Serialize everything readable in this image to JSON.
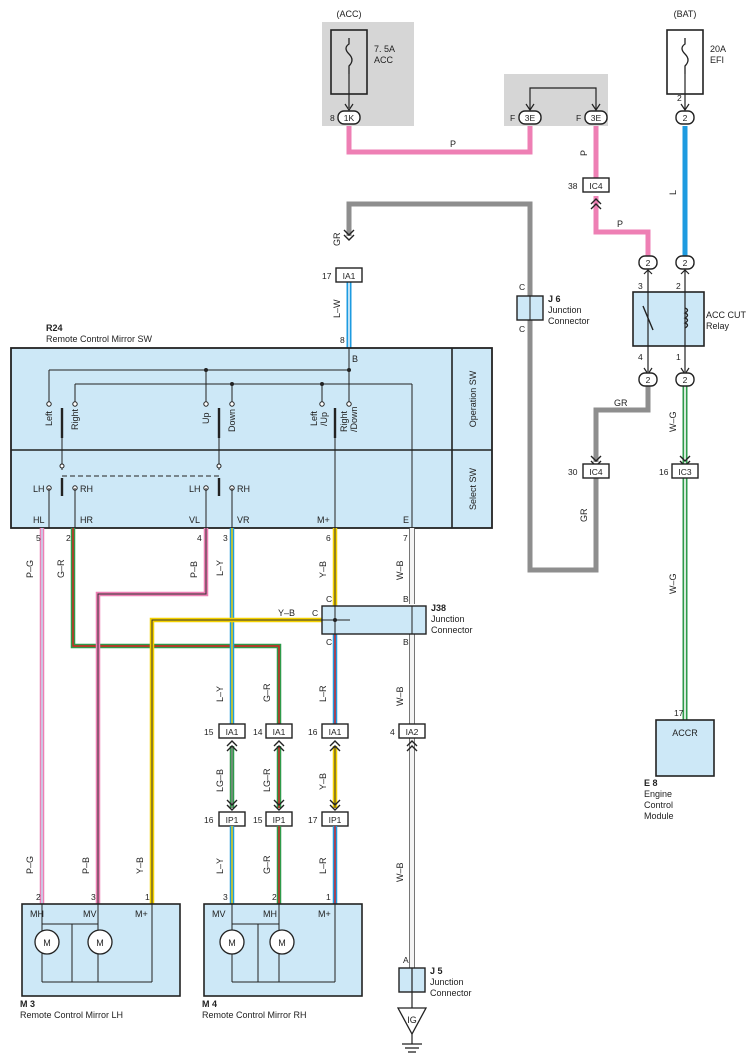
{
  "colors": {
    "pink": "#ee7fb4",
    "blue": "#1e9be0",
    "gray": "#8e8e8e",
    "yellow": "#f4d100",
    "green": "#2e9a4a",
    "red": "#d82020",
    "box_fill": "#cde8f7",
    "shade": "#d6d6d6"
  },
  "fuses": {
    "acc_source": "(ACC)",
    "acc_rating": "7. 5A",
    "acc_name": "ACC",
    "bat_source": "(BAT)",
    "bat_rating": "20A",
    "bat_name": "EFI"
  },
  "connectors": {
    "c1K": "1K",
    "c3E_a": "3E",
    "c3E_b": "3E",
    "c2_efi": "2",
    "IC4_a": "IC4",
    "IC4_b": "IC4",
    "IC3": "IC3",
    "IA1_top": "IA1",
    "IA1_a": "IA1",
    "IA1_b": "IA1",
    "IA1_c": "IA1",
    "IA2": "IA2",
    "IP1_a": "IP1",
    "IP1_b": "IP1",
    "IP1_c": "IP1",
    "relay_3": "2",
    "relay_2": "2",
    "relay_4": "2",
    "relay_1": "2"
  },
  "pins": {
    "p8_1K": "8",
    "pF_a": "F",
    "pF_b": "F",
    "p2_efi": "2",
    "p38": "38",
    "p17_IA1": "17",
    "p8_sw": "8",
    "p3_relay": "3",
    "p2_relay": "2",
    "p4_relay": "4",
    "p1_relay": "1",
    "p30": "30",
    "p16_IC3": "16",
    "p5": "5",
    "p2_hr": "2",
    "p4_vl": "4",
    "p3_vr": "3",
    "p6": "6",
    "p7": "7",
    "p15_a": "15",
    "p14": "14",
    "p16_a": "16",
    "p4_ia2": "4",
    "p16_b": "16",
    "p15_b": "15",
    "p17_b": "17",
    "p17_accr": "17",
    "m3_2": "2",
    "m3_3": "3",
    "m3_1": "1",
    "m4_3": "3",
    "m4_2": "2",
    "m4_1": "1",
    "j6_c_top": "C",
    "j6_c_bot": "C",
    "j38_c1": "C",
    "j38_c2": "C",
    "j38_c3": "C",
    "j38_b1": "B",
    "j38_b2": "B",
    "j5_a": "A"
  },
  "wires": {
    "P_top": "P",
    "P_3E": "P",
    "P_IC4": "P",
    "L": "L",
    "GR_top": "GR",
    "LW": "L–W",
    "GR_relay": "GR",
    "GR_low": "GR",
    "WG_a": "W–G",
    "WG_b": "W–G",
    "PG_a": "P–G",
    "GR_hr": "G–R",
    "PB_a": "P–B",
    "LY_a": "L–Y",
    "YB_a": "Y–B",
    "WB_a": "W–B",
    "YB_j38": "Y–B",
    "LY_b": "L–Y",
    "GR_b": "G–R",
    "LR_a": "L–R",
    "WB_b": "W–B",
    "LGB": "LG–B",
    "LGR": "LG–R",
    "YB_b": "Y–B",
    "WB_c": "W–B",
    "PG_b": "P–G",
    "PB_b": "P–B",
    "YB_c": "Y–B",
    "LY_c": "L–Y",
    "GR_c": "G–R",
    "LR_b": "L–R"
  },
  "components": {
    "r24_code": "R24",
    "r24_name": "Remote Control Mirror SW",
    "op_sw": "Operation SW",
    "sel_sw": "Select SW",
    "j6_code": "J 6",
    "j6_name1": "Junction",
    "j6_name2": "Connector",
    "j38_code": "J38",
    "j38_name1": "Junction",
    "j38_name2": "Connector",
    "j5_code": "J 5",
    "j5_name1": "Junction",
    "j5_name2": "Connector",
    "relay_name1": "ACC CUT",
    "relay_name2": "Relay",
    "e8_code": "E 8",
    "e8_name1": "Engine",
    "e8_name2": "Control",
    "e8_name3": "Module",
    "accr": "ACCR",
    "m3_code": "M 3",
    "m3_name": "Remote Control Mirror LH",
    "m4_code": "M 4",
    "m4_name": "Remote Control Mirror RH",
    "ig": "IG"
  },
  "switch_labels": {
    "b": "B",
    "left": "Left",
    "right": "Right",
    "up": "Up",
    "down": "Down",
    "left_up1": "Left",
    "left_up2": "/Up",
    "right_down1": "Right",
    "right_down2": "/Down",
    "lh1": "LH",
    "rh1": "RH",
    "lh2": "LH",
    "rh2": "RH",
    "hl": "HL",
    "hr": "HR",
    "vl": "VL",
    "vr": "VR",
    "mplus": "M+",
    "e": "E"
  },
  "motor_labels": {
    "m3_mh": "MH",
    "m3_mv": "MV",
    "m3_mp": "M+",
    "m4_mv": "MV",
    "m4_mh": "MH",
    "m4_mp": "M+",
    "m": "M"
  }
}
